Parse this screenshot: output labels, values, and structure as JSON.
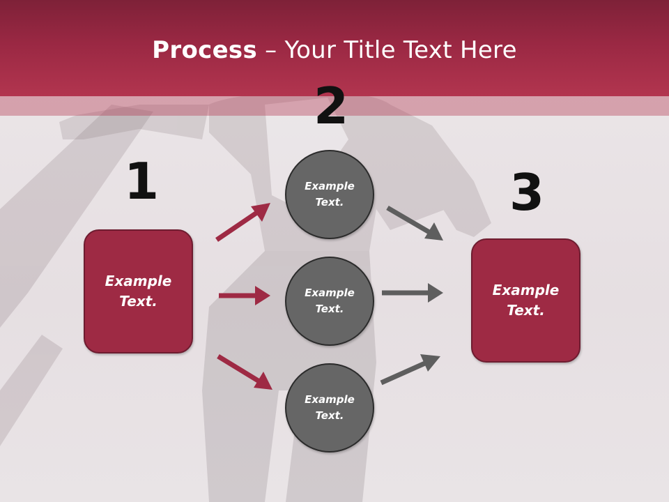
{
  "title": {
    "bold": "Process",
    "rest": " – Your Title Text Here"
  },
  "steps": {
    "one": "1",
    "two": "2",
    "three": "3"
  },
  "left_box": {
    "text": "Example\nText."
  },
  "right_box": {
    "text": "Example\nText."
  },
  "circles": [
    {
      "text": "Example\nText."
    },
    {
      "text": "Example\nText."
    },
    {
      "text": "Example\nText."
    }
  ],
  "colors": {
    "accent": "#9e2a44",
    "accent_border": "#6e1c30",
    "circle_fill": "#666666",
    "arrow_gray": "#5e5e5e",
    "arrow_red": "#9e2a44"
  }
}
